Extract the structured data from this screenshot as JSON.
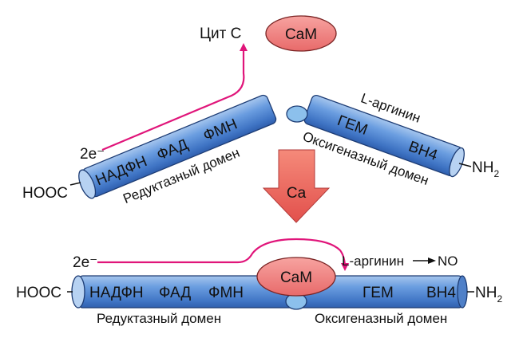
{
  "top": {
    "cyt_c": "Цит C",
    "cam": "CaM",
    "electrons": "2e⁻",
    "l_arginine": "L-аргинин",
    "hooc": "HOOC",
    "nh2": "NH",
    "nh2_sub": "2",
    "reductase": {
      "nadph": "НАДФН",
      "fad": "ФАД",
      "fmn": "ФМН",
      "domain_label": "Редуктазный домен"
    },
    "oxygenase": {
      "heme": "ГЕМ",
      "bh4": "BH4",
      "domain_label": "Оксигеназный домен"
    }
  },
  "middle": {
    "ca_label": "Ca"
  },
  "bottom": {
    "electrons": "2e⁻",
    "l_arginine": "L-аргинин",
    "no": "NO",
    "cam": "CaM",
    "hooc": "HOOC",
    "nh2": "NH",
    "nh2_sub": "2",
    "reductase": {
      "nadph": "НАДФН",
      "fad": "ФАД",
      "fmn": "ФМН",
      "domain_label": "Редуктазный домен"
    },
    "oxygenase": {
      "heme": "ГЕМ",
      "bh4": "BH4",
      "domain_label": "Оксигеназный домен"
    }
  },
  "colors": {
    "cylinder_body": "#5b8fd6",
    "cylinder_dark": "#2e5ea8",
    "cylinder_cap": "#a9c6ee",
    "cam_fill": "#f08080",
    "electron_arrow": "#e0157a",
    "ca_arrow": "#ef6060",
    "hinge": "#7fb4e6"
  }
}
